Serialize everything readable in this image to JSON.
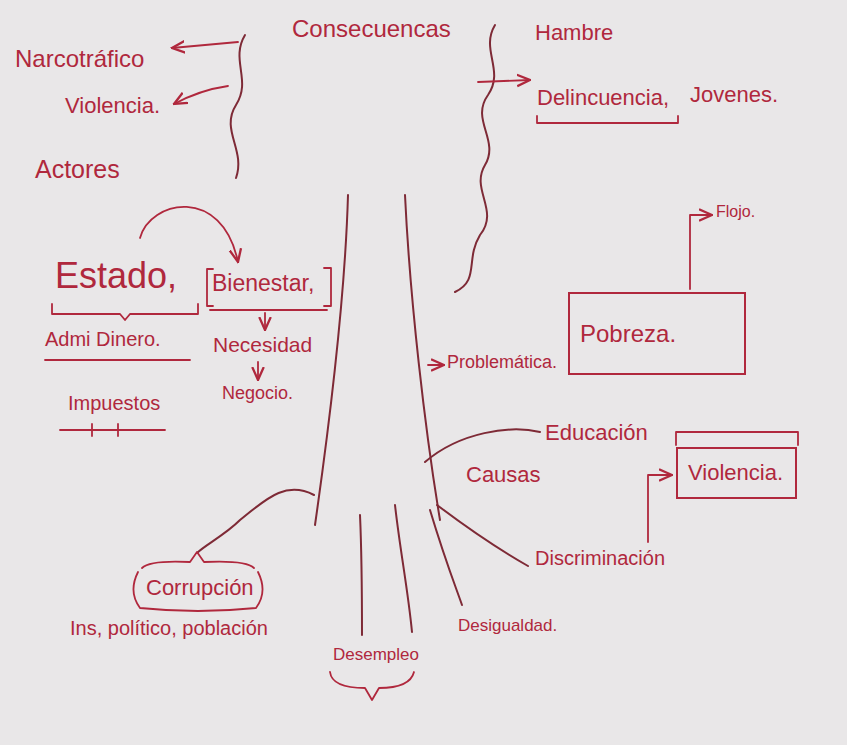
{
  "diagram": {
    "nodes": [
      {
        "text": [
          "Pobreza."
        ]
      },
      {
        "text": [
          "Violencia."
        ]
      }
    ],
    "labels": [
      "Consecuencas",
      "Hambre",
      "Narcotráfico",
      "Violencia.",
      "Delincuencia,",
      "Jovenes.",
      "Actores",
      "Flojo.",
      "Estado,",
      "Bienestar,",
      "Admi Dinero.",
      "Necesidad",
      "Problemática.",
      "Negocio.",
      "Impuestos",
      "Educación",
      "Causas",
      "Discriminación",
      "Corrupción",
      "Ins, político, población",
      "Desempleo",
      "Desigualdad."
    ]
  }
}
